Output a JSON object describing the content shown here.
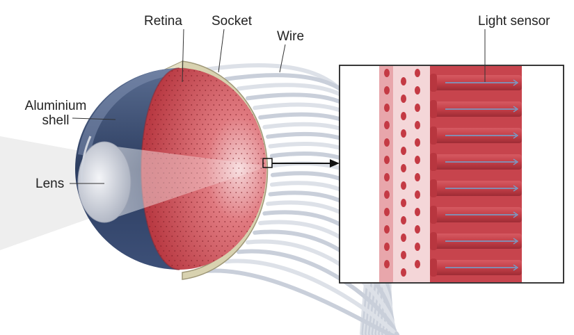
{
  "labels": {
    "retina": "Retina",
    "socket": "Socket",
    "wire": "Wire",
    "light_sensor": "Light sensor",
    "aluminium_shell_line1": "Aluminium",
    "aluminium_shell_line2": "shell",
    "lens": "Lens"
  },
  "colors": {
    "retina_red": "#c8474f",
    "retina_highlight": "#f3c9cc",
    "socket_beige": "#d8d2b0",
    "shell_navy": "#33466a",
    "shell_grey": "#c9cdd6",
    "wire_grey": "#d3d8e1",
    "sensor_blue": "#6ea6d4",
    "light_beam": "#f2f2f2"
  }
}
